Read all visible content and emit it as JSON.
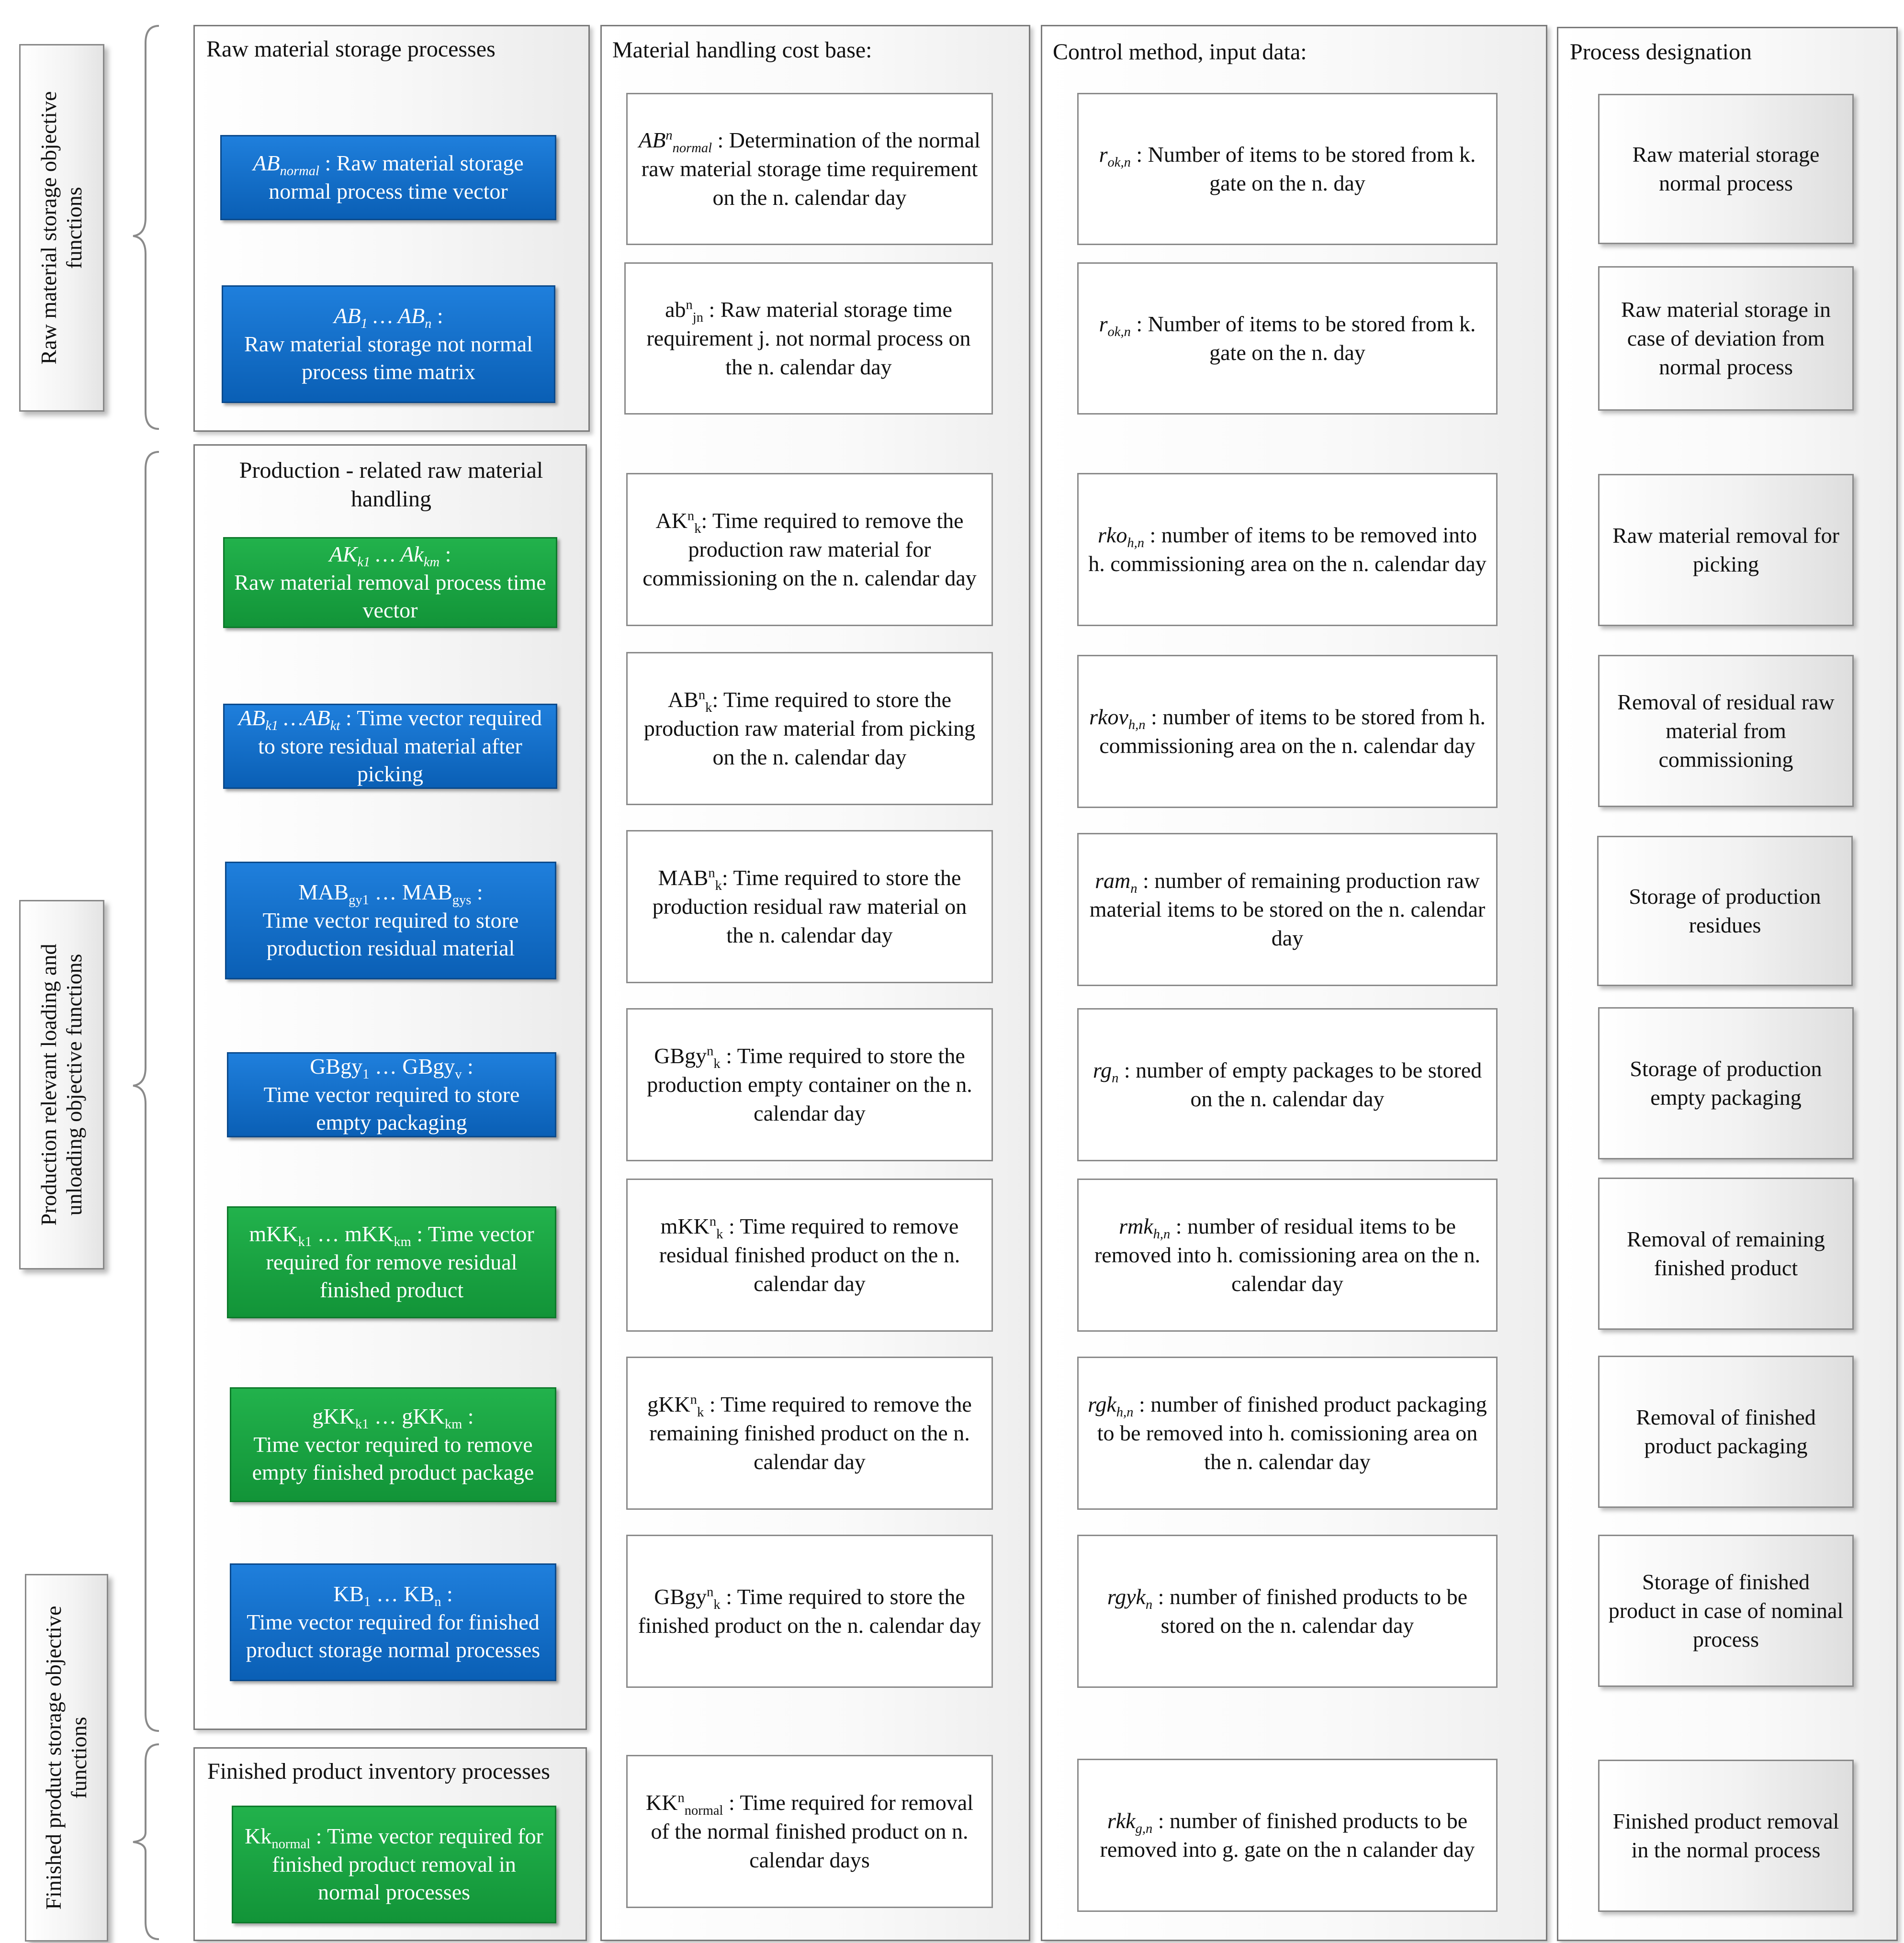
{
  "side_labels": {
    "raw_storage": "Raw material storage objective functions",
    "production": "Production relevant loading and unloading objective functions",
    "finished": "Finished product storage objective functions"
  },
  "panels": {
    "raw_storage_title": "Raw material storage processes",
    "production_title": "Production - related raw material handling",
    "finished_title": "Finished product inventory processes"
  },
  "columns": {
    "cost_base_title": "Material handling cost base:",
    "control_title": "Control method, input data:",
    "designation_title": "Process designation"
  },
  "function_boxes": {
    "ab_normal": {
      "text": " : Raw material storage normal process time vector"
    },
    "ab_matrix": {
      "text": "Raw material storage not normal process time matrix"
    },
    "ak": {
      "text": "Raw material removal process time vector"
    },
    "abk": {
      "text": " : Time vector required to store residual material after picking"
    },
    "mab": {
      "text": "Time vector required to store production residual material"
    },
    "gbgy": {
      "text": "Time vector required to store empty packaging"
    },
    "mkk": {
      "text": " : Time vector required for remove residual finished product"
    },
    "gkk": {
      "text": "Time vector required to remove empty finished product package"
    },
    "kb": {
      "text": "Time vector required for finished product storage normal processes"
    },
    "kk_normal": {
      "text": " : Time vector required for finished product removal in normal processes"
    }
  },
  "cost_base": [
    {
      "text": " : Determination of the normal raw material storage time requirement on the n. calendar day"
    },
    {
      "text": " : Raw material storage time requirement j. not normal process on the n. calendar day"
    },
    {
      "text": ": Time required to remove the production raw material for commissioning on the n. calendar day"
    },
    {
      "text": ": Time required to store the production raw material from picking on the n. calendar day"
    },
    {
      "text": ": Time required to store the production residual raw material on the n. calendar day"
    },
    {
      "text": " : Time required to store the production empty container on the n. calendar day"
    },
    {
      "text": " : Time required to remove residual finished product on the n. calendar day"
    },
    {
      "text": " : Time required to remove the remaining finished product on the n. calendar day"
    },
    {
      "text": " : Time required to store the finished product on the n. calendar day"
    },
    {
      "text": " : Time required for removal of the normal finished product on n. calendar days"
    }
  ],
  "control": [
    {
      "text": " : Number of items to be stored from k. gate on the n. day"
    },
    {
      "text": " : Number of items to be stored from k. gate on the n. day"
    },
    {
      "text": " : number of items to be removed into h. commissioning area on the n. calendar day"
    },
    {
      "text": " : number of items to be stored from h. commissioning area on the n. calendar day"
    },
    {
      "text": " : number of remaining production raw material items to be stored on the n. calendar day"
    },
    {
      "text": " : number of empty packages to be stored on the n. calendar day"
    },
    {
      "text": " :  number of residual items to be removed into h. comissioning area on the n. calendar day"
    },
    {
      "text": " : number of finished product packaging to be removed into h. comissioning area on the n. calendar day"
    },
    {
      "text": " : number of finished products to be stored on the n. calendar day"
    },
    {
      "text": " : number of finished products to be removed into g. gate on the n calander day"
    }
  ],
  "designation": [
    "Raw material storage normal process",
    "Raw material storage in case of deviation from normal process",
    "Raw material removal for picking",
    "Removal of residual raw material from commissioning",
    "Storage of production residues",
    "Storage of production empty packaging",
    "Removal of remaining finished product",
    "Removal of finished product packaging",
    "Storage of finished product in case of nominal process",
    "Finished product removal in the normal process"
  ]
}
